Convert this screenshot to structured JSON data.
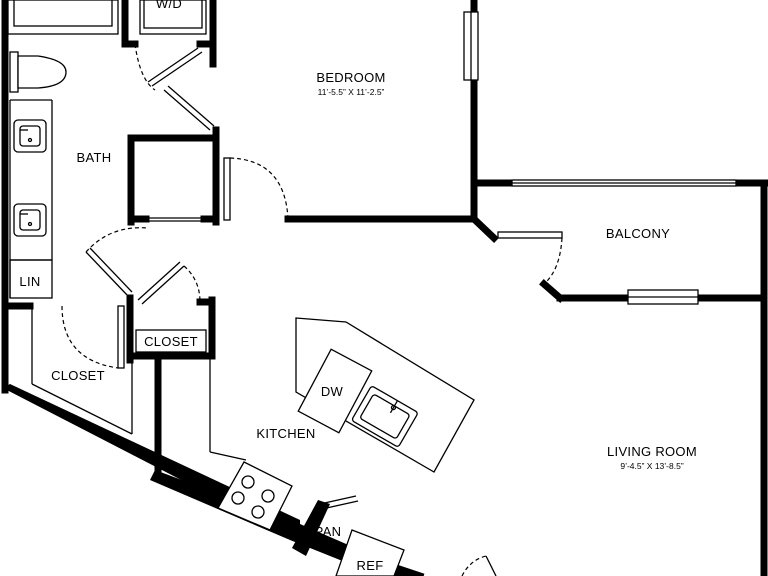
{
  "rooms": {
    "wd": "W/D",
    "bedroom": "BEDROOM",
    "bedroom_dim": "11’-5.5” X 11’-2.5”",
    "bath": "BATH",
    "lin": "LIN",
    "closet_left": "CLOSET",
    "closet_center": "CLOSET",
    "kitchen": "KITCHEN",
    "dw": "DW",
    "balcony": "BALCONY",
    "living": "LIVING ROOM",
    "living_dim": "9’-4.5” X 13’-8.5”",
    "pan": "PAN",
    "ref": "REF"
  }
}
